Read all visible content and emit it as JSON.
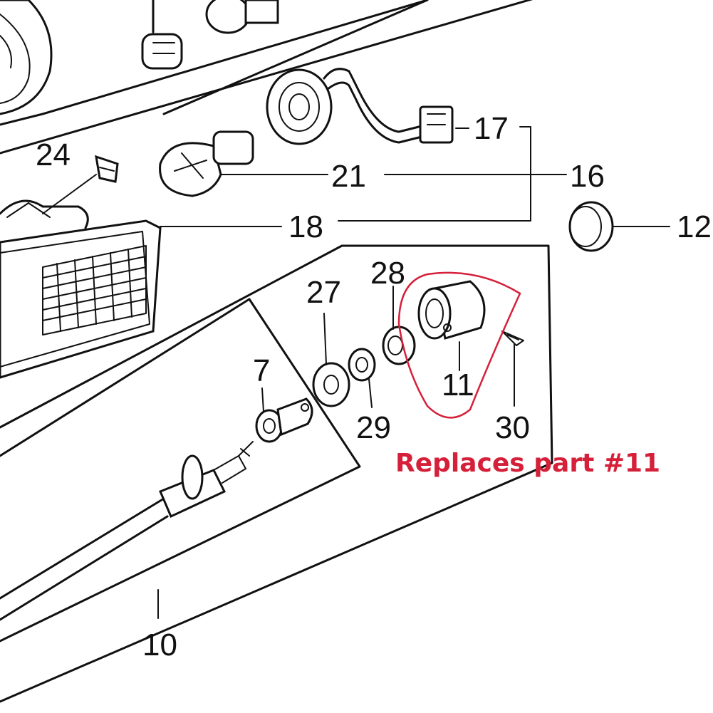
{
  "labels": {
    "p17": "17",
    "p24": "24",
    "p21": "21",
    "p16": "16",
    "p18": "18",
    "p12": "12",
    "p28": "28",
    "p27": "27",
    "p7": "7",
    "p11": "11",
    "p29": "29",
    "p30": "30",
    "p10": "10"
  },
  "annotation": {
    "text": "Replaces part #11",
    "color": "#d6203a"
  }
}
